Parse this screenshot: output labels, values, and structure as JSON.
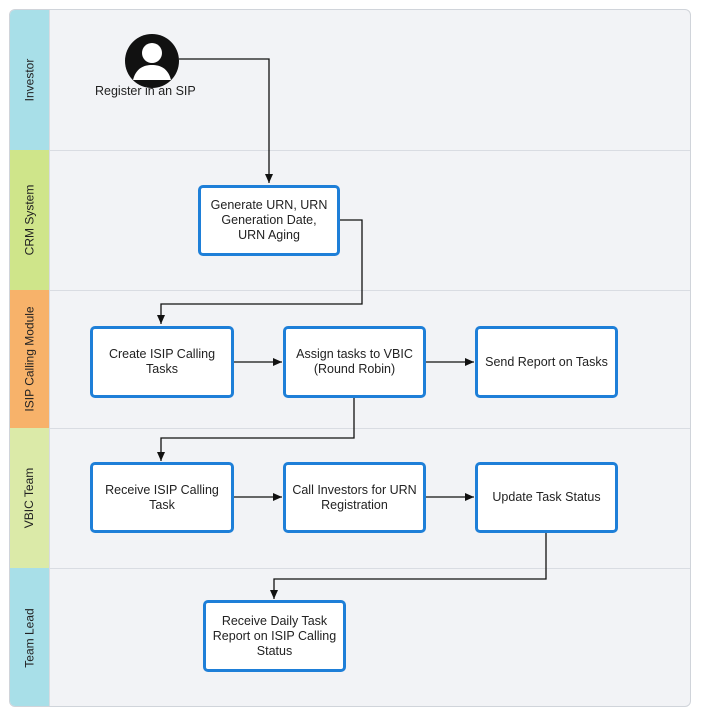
{
  "lanes": {
    "investor": "Investor",
    "crm": "CRM System",
    "isip": "ISIP Calling Module",
    "vbic": "VBIC Team",
    "lead": "Team Lead"
  },
  "colors": {
    "investor_lane": "#a8dfe8",
    "crm_lane": "#cfe58a",
    "isip_lane": "#f7b26a",
    "vbic_lane": "#dbeaa8",
    "lead_lane": "#a8dfe8",
    "node_border": "#1e7fd8"
  },
  "actor": {
    "icon": "user-avatar-icon",
    "label": "Register in an SIP"
  },
  "nodes": {
    "generate_urn": "Generate URN, URN Generation Date, URN Aging",
    "create_tasks": "Create ISIP Calling Tasks",
    "assign_tasks": "Assign tasks to VBIC (Round Robin)",
    "send_report": "Send Report on Tasks",
    "receive_task": "Receive ISIP Calling Task",
    "call_investors": "Call Investors for URN Registration",
    "update_status": "Update Task Status",
    "daily_report": "Receive Daily Task Report on ISIP Calling Status"
  }
}
